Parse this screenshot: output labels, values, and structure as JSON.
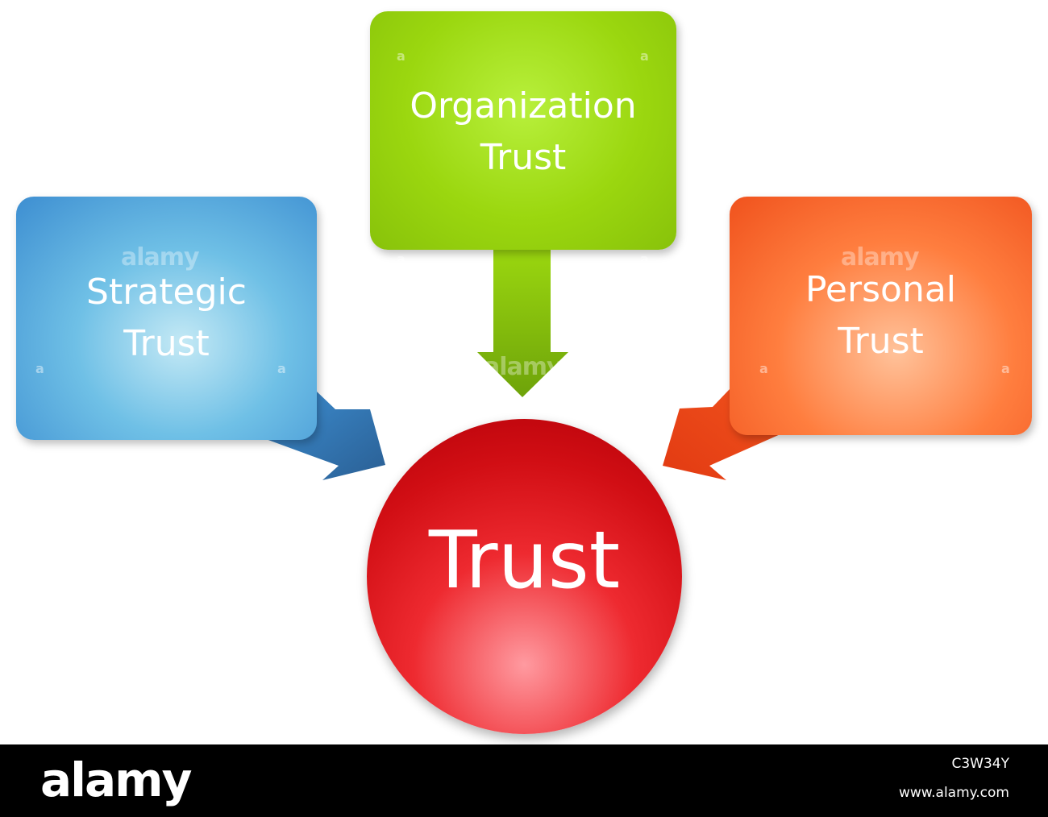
{
  "nodes": {
    "organization": {
      "label": "Organization\nTrust",
      "color": "#9bd70f"
    },
    "strategic": {
      "label": "Strategic\nTrust",
      "color": "#5aaee0"
    },
    "personal": {
      "label": "Personal\nTrust",
      "color": "#ff6a2a"
    },
    "center": {
      "label": "Trust",
      "color": "#e0141a"
    }
  },
  "watermark": {
    "text": "alamy",
    "mark": "a"
  },
  "footer": {
    "brand": "alamy",
    "image_id": "C3W34Y",
    "url": "www.alamy.com"
  }
}
